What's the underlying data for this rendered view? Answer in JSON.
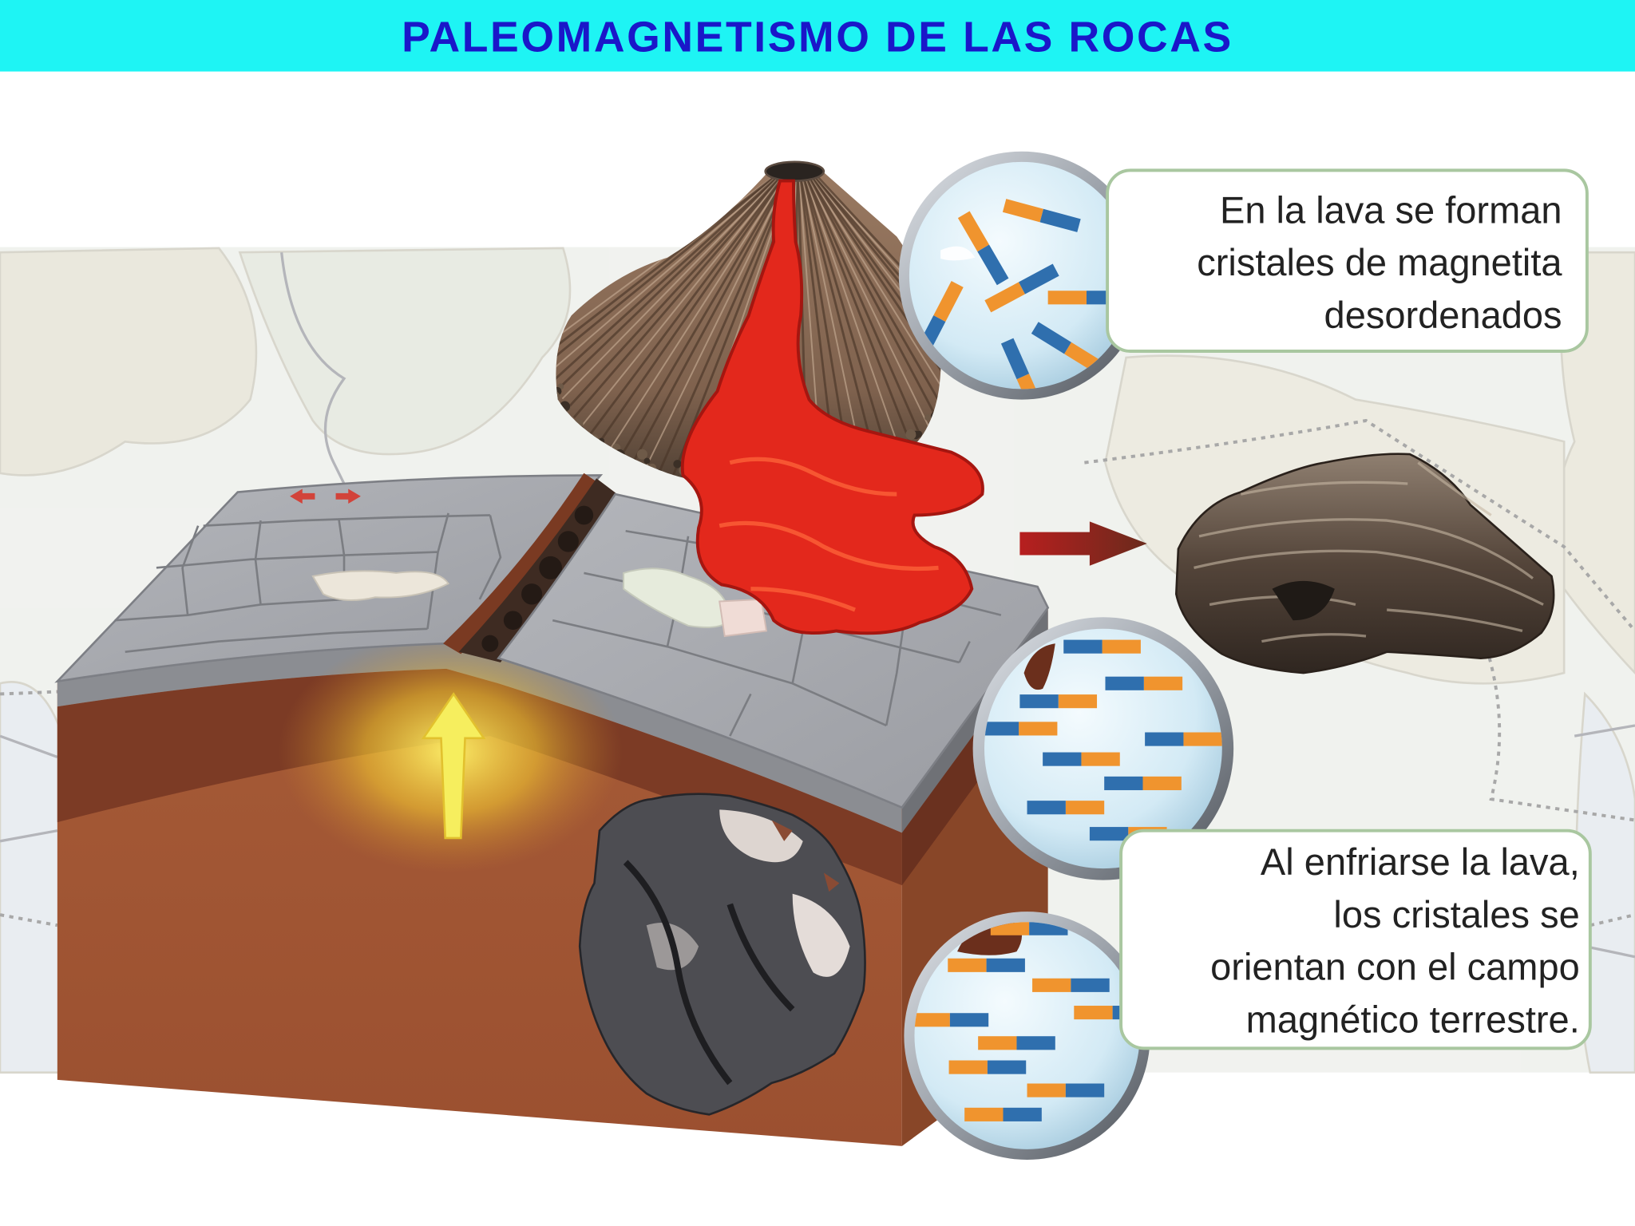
{
  "title": "PALEOMAGNETISMO DE LAS ROCAS",
  "callouts": {
    "disordered": {
      "lines": [
        "En la lava se forman",
        "cristales de magnetita",
        "desordenados"
      ]
    },
    "aligned": {
      "lines": [
        "Al enfriarse la lava,",
        "los cristales se",
        "orientan con el campo",
        "magnético terrestre."
      ]
    }
  },
  "colors": {
    "banner": "#1ef4f4",
    "title": "#1a17c9",
    "crystal_pole_a": "#f0942e",
    "crystal_pole_b": "#2f6fae",
    "lava": "#e3281c"
  },
  "icons": [
    "volcano-icon",
    "lava-flow-icon",
    "magma-upwelling-arrow-icon",
    "plate-divergence-arrow-icon",
    "process-arrow-icon",
    "rock-sample-icon"
  ]
}
